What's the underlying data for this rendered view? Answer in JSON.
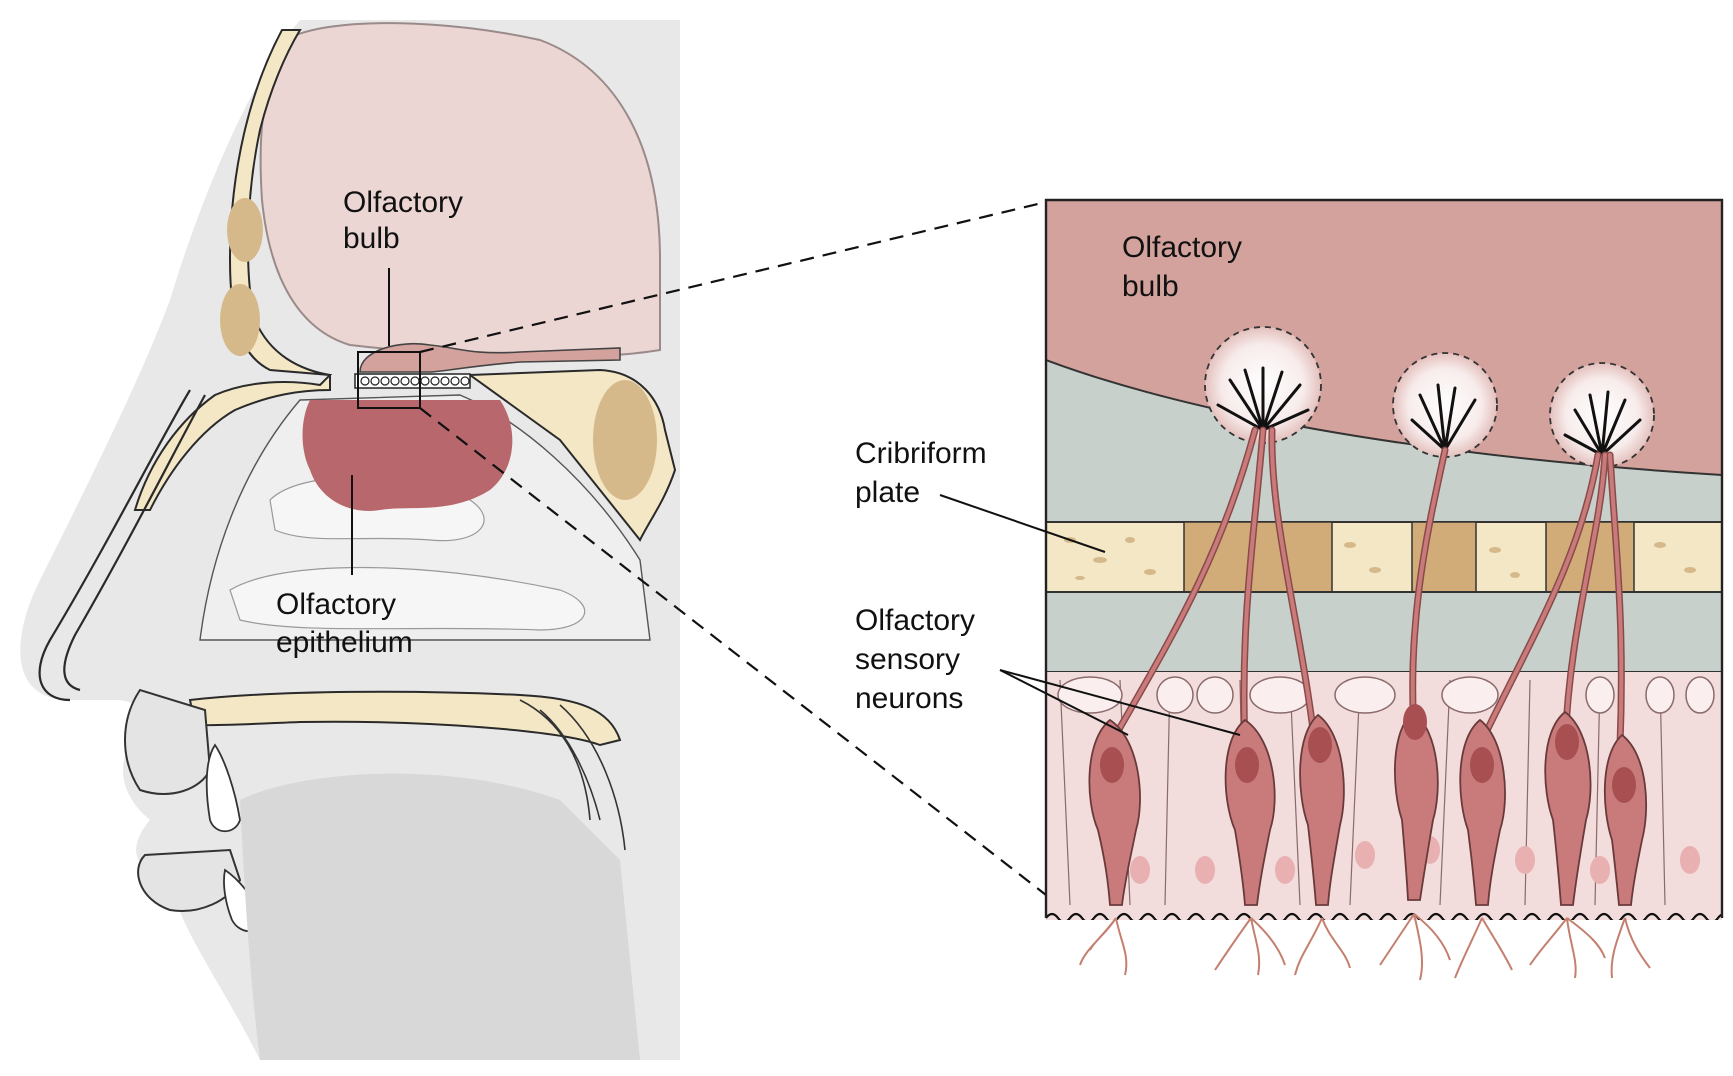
{
  "labels": {
    "head_bulb_1": "Olfactory",
    "head_bulb_2": "bulb",
    "head_epi_1": "Olfactory",
    "head_epi_2": "epithelium",
    "inset_bulb_1": "Olfactory",
    "inset_bulb_2": "bulb",
    "cribriform_1": "Cribriform",
    "cribriform_2": "plate",
    "neurons_1": "Olfactory",
    "neurons_2": "sensory",
    "neurons_3": "neurons"
  },
  "colors": {
    "brain": "#ecd6d4",
    "bulb_tissue": "#d3a29d",
    "epithelium_region": "#b8686c",
    "bone": "#f4e7c5",
    "bone_dark": "#d6b98a",
    "cribriform_dark": "#d2ac78",
    "membrane": "#c8d0cc",
    "tissue_gray": "#e3e3e3",
    "neuron": "#c97b7b",
    "support_cell": "#f2dcdc"
  }
}
